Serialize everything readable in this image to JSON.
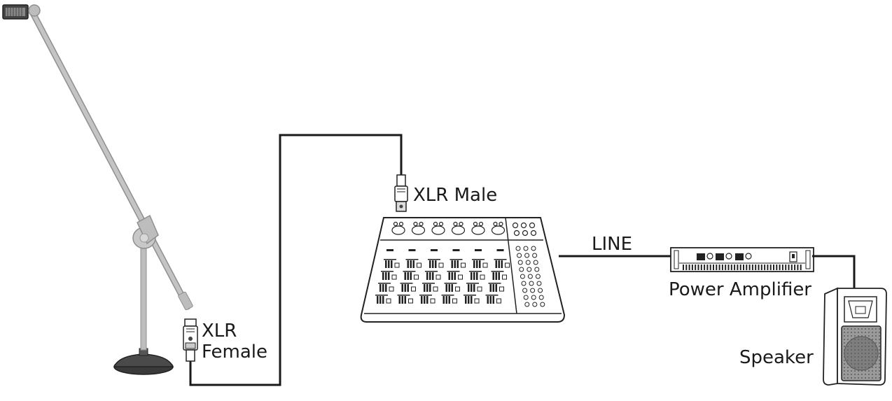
{
  "labels": {
    "xlr_female_line1": "XLR",
    "xlr_female_line2": "Female",
    "xlr_male": "XLR Male",
    "line": "LINE",
    "power_amplifier": "Power Amplifier",
    "speaker": "Speaker"
  },
  "colors": {
    "cable": "#1a1a1a",
    "stand": "#bdbdbd",
    "stand_dark": "#8f8f8f",
    "outline": "#222222",
    "background": "#ffffff"
  },
  "icons": {
    "microphone": "microphone-icon",
    "stand": "mic-stand-icon",
    "xlr_female": "xlr-female-connector-icon",
    "xlr_male": "xlr-male-connector-icon",
    "mixer": "mixer-console-icon",
    "amplifier": "power-amplifier-icon",
    "speaker": "speaker-cabinet-icon"
  }
}
